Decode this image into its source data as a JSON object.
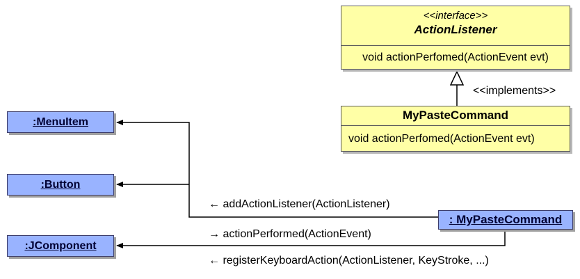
{
  "interface": {
    "stereotype": "<<interface>>",
    "name": "ActionListener",
    "operation": "void actionPerfomed(ActionEvent  evt)"
  },
  "implementation": {
    "name": "MyPasteCommand",
    "operation": "void actionPerfomed(ActionEvent evt)"
  },
  "implements_label": "<<implements>>",
  "objects": {
    "menuitem": ":MenuItem",
    "button": ":Button",
    "jcomponent": ":JComponent",
    "mypastecommand": ": MyPasteCommand"
  },
  "messages": {
    "add": "← addActionListener(ActionListener)",
    "performed": "→ actionPerformed(ActionEvent)",
    "register": "← registerKeyboardAction(ActionListener, KeyStroke, ...)"
  },
  "colors": {
    "class_fill": "#ffffa6",
    "object_fill": "#99b3ff"
  }
}
